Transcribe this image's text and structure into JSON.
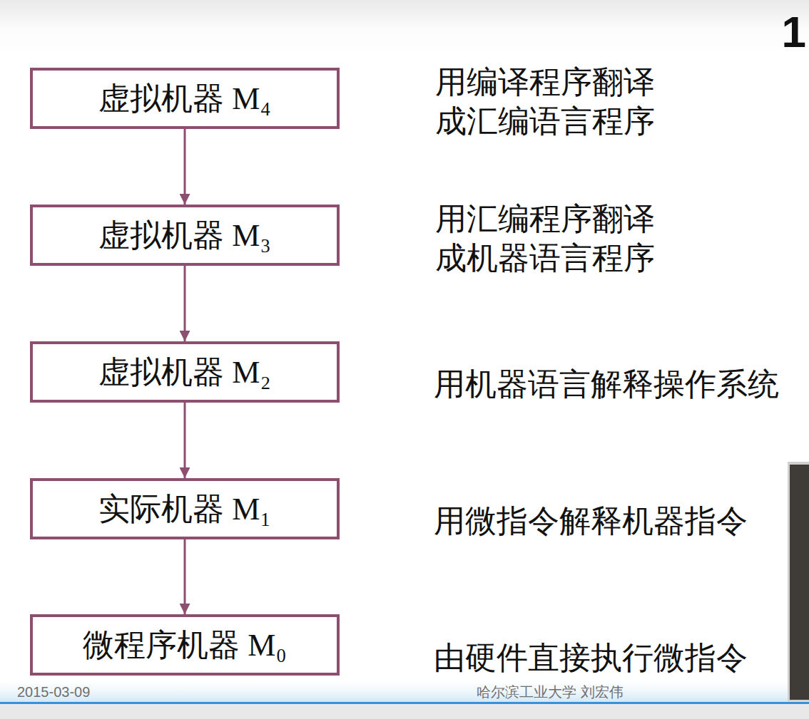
{
  "diagram": {
    "nodes": [
      {
        "text": [
          "虚拟机器 M₄"
        ]
      },
      {
        "text": [
          "虚拟机器 M₃"
        ]
      },
      {
        "text": [
          "虚拟机器 M₂"
        ]
      },
      {
        "text": [
          "实际机器 M₁"
        ]
      },
      {
        "text": [
          "微程序机器 M₀"
        ]
      }
    ],
    "edges": [
      {
        "from": 0,
        "to": 1,
        "arrow": "to"
      },
      {
        "from": 1,
        "to": 2,
        "arrow": "to"
      },
      {
        "from": 2,
        "to": 3,
        "arrow": "to"
      },
      {
        "from": 3,
        "to": 4,
        "arrow": "to"
      }
    ],
    "labels": [
      "1",
      "用编译程序翻译 成汇编语言程序",
      "用汇编程序翻译 成机器语言程序",
      "用机器语言解释操作系统",
      "用微指令解释机器指令",
      "由硬件直接执行微指令",
      "2015-03-09",
      "哈尔滨工业大学 刘宏伟"
    ]
  }
}
